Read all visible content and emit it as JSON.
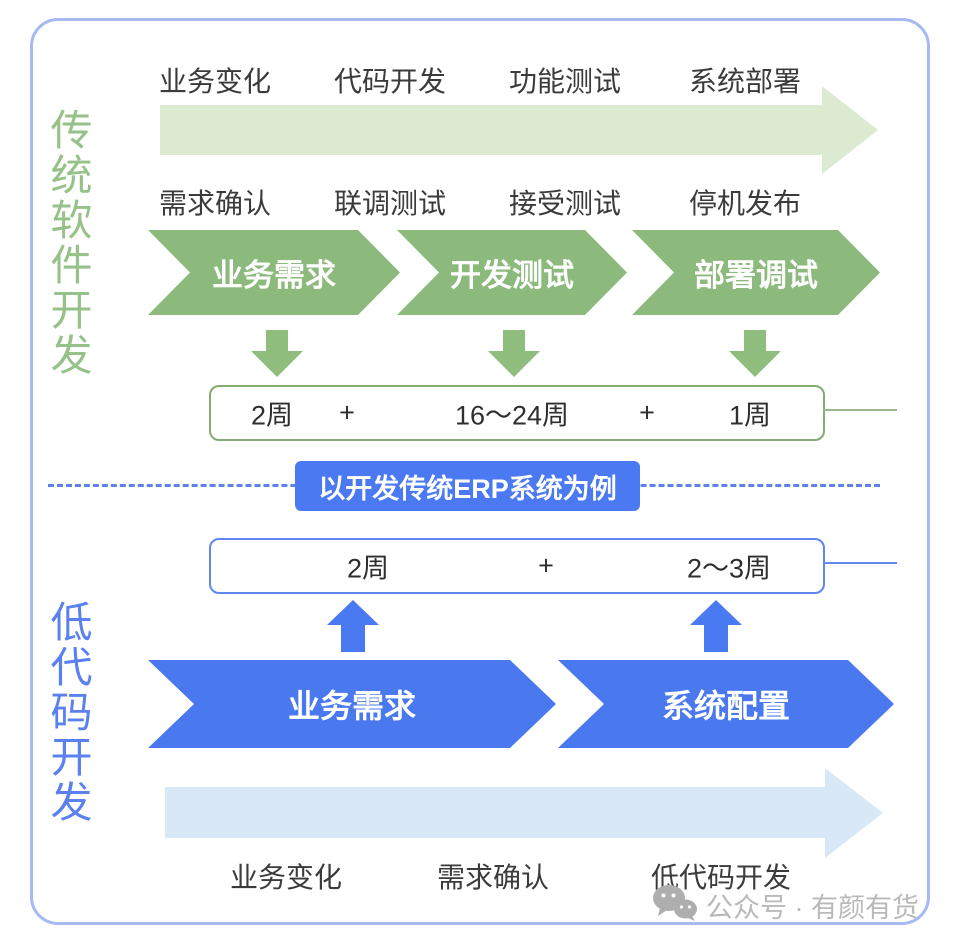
{
  "traditional": {
    "title": "传统软件开发",
    "top_labels": [
      "业务变化",
      "代码开发",
      "功能测试",
      "系统部署"
    ],
    "mid_labels": [
      "需求确认",
      "联调测试",
      "接受测试",
      "停机发布"
    ],
    "chevrons": [
      "业务需求",
      "开发测试",
      "部署调试"
    ],
    "duration_items": [
      "2周",
      "+",
      "16～24周",
      "+",
      "1周"
    ]
  },
  "divider": {
    "label": "以开发传统ERP系统为例"
  },
  "lowcode": {
    "title": "低代码开发",
    "chevrons": [
      "业务需求",
      "系统配置"
    ],
    "duration_items": [
      "2周",
      "+",
      "2～3周"
    ],
    "bottom_labels": [
      "业务变化",
      "需求确认",
      "低代码开发"
    ]
  },
  "watermark": {
    "icon": "wechat-icon",
    "text": "公众号 · 有颜有货"
  },
  "colors": {
    "frame_border": "#a6b9f3",
    "green_title": "#96c189",
    "green_chevron": "#8cba7d",
    "green_band": "#dcead2",
    "green_box_border": "#83ac73",
    "blue_title": "#5b80f0",
    "blue_chevron": "#4a79ef",
    "blue_band": "#d9e8f6",
    "blue_box_border": "#5f87ef",
    "divider_label_bg": "#4b79f1",
    "dashed_line": "#5b83e8",
    "label_text": "#3b3b3b",
    "watermark_gray": "#b9b9b9"
  }
}
